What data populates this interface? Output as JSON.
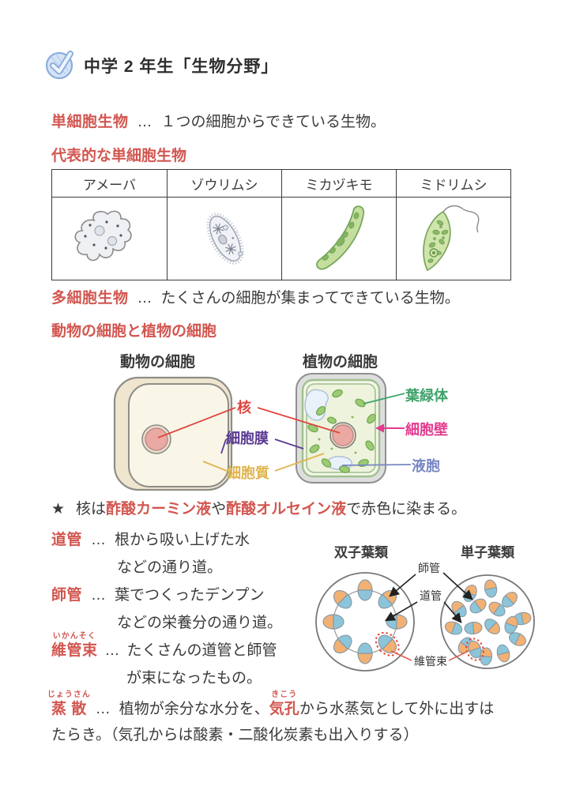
{
  "title": {
    "icon": "check-circle-icon",
    "text": "中学 2 年生「生物分野」"
  },
  "unicellular": {
    "term": "単細胞生物",
    "sep": "…",
    "definition": "１つの細胞からできている生物。",
    "examples_heading": "代表的な単細胞生物",
    "headers": [
      "アメーバ",
      "ゾウリムシ",
      "ミカヅキモ",
      "ミドリムシ"
    ]
  },
  "multicellular": {
    "term": "多細胞生物",
    "sep": "…",
    "definition": "たくさんの細胞が集まってできている生物。"
  },
  "cells": {
    "heading": "動物の細胞と植物の細胞",
    "animal_title": "動物の細胞",
    "plant_title": "植物の細胞",
    "nucleus": "核",
    "membrane": "細胞膜",
    "cytoplasm": "細胞質",
    "chloroplast": "葉緑体",
    "cell_wall": "細胞壁",
    "vacuole": "液胞"
  },
  "star_note": {
    "star": "★",
    "pre": "核は",
    "stain1": "酢酸カーミン液",
    "mid": "や",
    "stain2": "酢酸オルセイン液",
    "post": "で赤色に染まる。"
  },
  "vessels": {
    "xylem": {
      "term": "道管",
      "sep": "…",
      "line1": "根から吸い上げた水",
      "line2": "などの通り道。"
    },
    "phloem": {
      "term": "師管",
      "sep": "…",
      "line1": "葉でつくったデンプン",
      "line2": "などの栄養分の通り道。"
    },
    "bundle": {
      "term": "維管束",
      "furigana": "いかんそく",
      "sep": "…",
      "line1": "たくさんの道管と師管",
      "line2": "が束になったもの。"
    }
  },
  "transpiration": {
    "term": "蒸 散",
    "furigana": "じょうさん",
    "sep": "…",
    "pre": "植物が余分な水分を、",
    "stomata": "気孔",
    "stomata_furigana": "きこう",
    "post": "から水蒸気として外に出すは",
    "line2": "たらき。（気孔からは酸素・二酸化炭素も出入りする）"
  },
  "stem_diagram": {
    "dicot": "双子葉類",
    "monocot": "単子葉類",
    "phloem": "師管",
    "xylem": "道管",
    "bundle": "維管束"
  },
  "colors": {
    "red_text": "#d25650",
    "body_text": "#3a3a3a",
    "nucleus_label": "#e0453e",
    "membrane_label": "#5b3a94",
    "cytoplasm_label": "#e0b44c",
    "chloroplast_label": "#3fa26a",
    "cell_wall_label": "#e23a8e",
    "vacuole_label": "#7787c4",
    "bundle_orange": "#f2b173",
    "bundle_blue": "#8cc5da"
  }
}
